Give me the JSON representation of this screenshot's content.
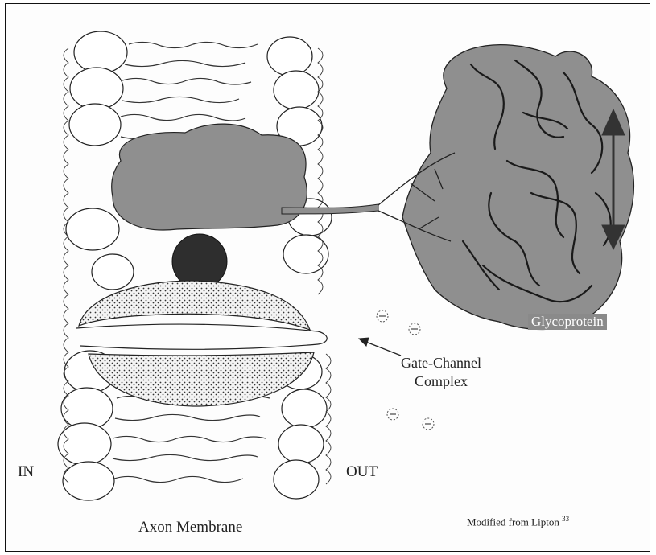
{
  "figure": {
    "labels": {
      "inside": "IN",
      "outside": "OUT",
      "membrane": "Axon Membrane",
      "gate_line1": "Gate-Channel",
      "gate_line2": "Complex",
      "glycoprotein": "Glycoprotein",
      "credit": "Modified from Lipton",
      "credit_ref": "33"
    },
    "icons": {
      "ion": "ion-charge-icon",
      "arrow": "double-arrow-icon"
    },
    "colors": {
      "protein": "#8f8f8f",
      "gate_ball": "#2e2e2e",
      "line": "#222222"
    }
  }
}
